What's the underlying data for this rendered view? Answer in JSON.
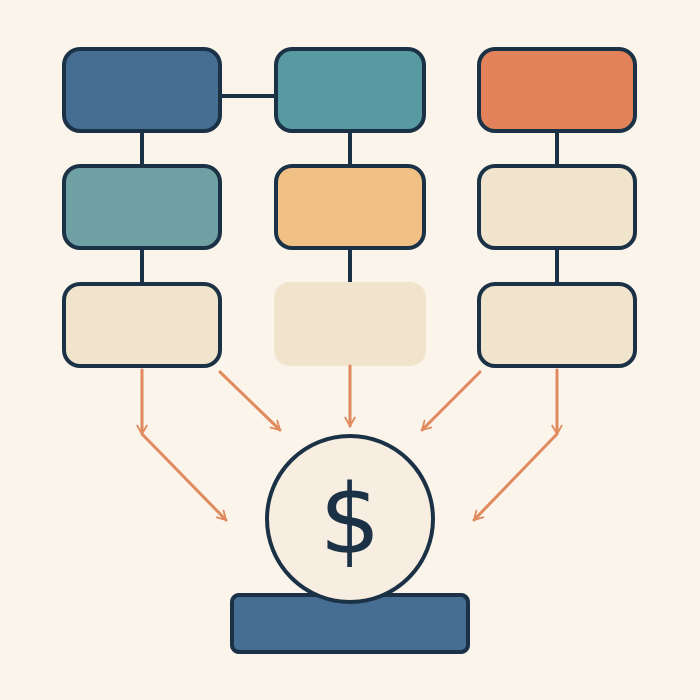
{
  "colors": {
    "background": "#FAF4EA",
    "outline": "#1B3246",
    "arrow": "#E08A5E",
    "navy_blue": "#466D92",
    "teal": "#579AA1",
    "muted_teal": "#6FA0A3",
    "coral": "#E2825A",
    "peach": "#F0C084",
    "cream": "#F0E4CC",
    "faded_cream": "#F1E4CC",
    "coin_fill": "#F7EEE1"
  },
  "columns": [
    {
      "boxes": [
        {
          "color": "navy_blue"
        },
        {
          "color": "muted_teal"
        },
        {
          "color": "cream"
        }
      ]
    },
    {
      "boxes": [
        {
          "color": "teal"
        },
        {
          "color": "peach"
        },
        {
          "color": "faded_cream",
          "outlined": false
        }
      ]
    },
    {
      "boxes": [
        {
          "color": "coral"
        },
        {
          "color": "cream"
        },
        {
          "color": "cream"
        }
      ]
    }
  ],
  "coin": {
    "symbol": "$",
    "icon": "dollar-coin-icon"
  },
  "base": {
    "color": "navy_blue",
    "icon": "base-platform"
  }
}
